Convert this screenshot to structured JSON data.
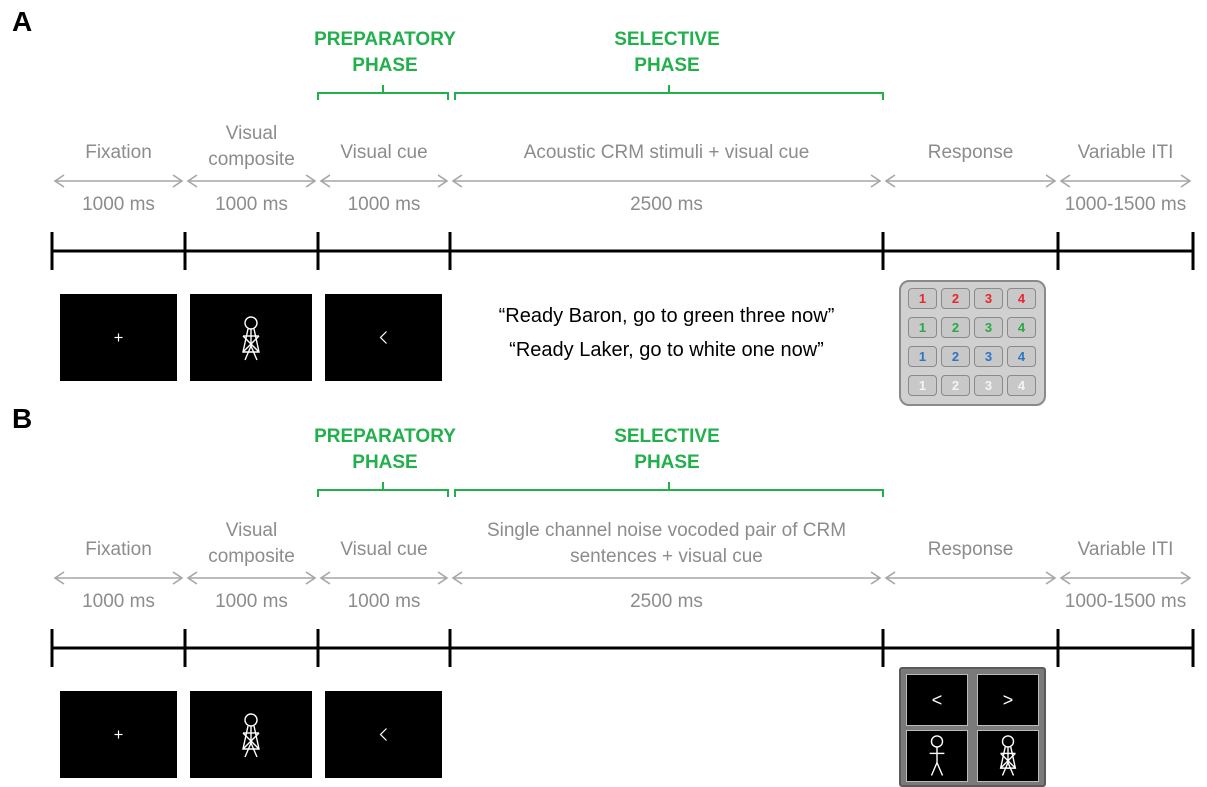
{
  "panels": [
    {
      "label": "A",
      "phases": {
        "preparatory": [
          "PREPARATORY",
          "PHASE"
        ],
        "selective": [
          "SELECTIVE",
          "PHASE"
        ]
      },
      "segments": [
        {
          "label": [
            "Fixation"
          ],
          "duration": "1000 ms"
        },
        {
          "label": [
            "Visual",
            "composite"
          ],
          "duration": "1000 ms"
        },
        {
          "label": [
            "Visual cue"
          ],
          "duration": "1000 ms"
        },
        {
          "label": [
            "Acoustic CRM stimuli + visual cue"
          ],
          "duration": "2500 ms"
        },
        {
          "label": [
            "Response"
          ],
          "duration": ""
        },
        {
          "label": [
            "Variable ITI"
          ],
          "duration": "1000-1500 ms"
        }
      ],
      "screens": [
        "fixation-cross",
        "stick-figure",
        "arrow-left"
      ],
      "sentences": [
        "“Ready Baron, go to green three now”",
        "“Ready Laker, go to white one now”"
      ],
      "response": {
        "type": "color-number-grid",
        "rows": [
          {
            "color": "#e8262b",
            "numbers": [
              "1",
              "2",
              "3",
              "4"
            ]
          },
          {
            "color": "#2aa845",
            "numbers": [
              "1",
              "2",
              "3",
              "4"
            ]
          },
          {
            "color": "#2d74c4",
            "numbers": [
              "1",
              "2",
              "3",
              "4"
            ]
          },
          {
            "color": "#f4f4f4",
            "numbers": [
              "1",
              "2",
              "3",
              "4"
            ]
          }
        ]
      }
    },
    {
      "label": "B",
      "phases": {
        "preparatory": [
          "PREPARATORY",
          "PHASE"
        ],
        "selective": [
          "SELECTIVE",
          "PHASE"
        ]
      },
      "segments": [
        {
          "label": [
            "Fixation"
          ],
          "duration": "1000 ms"
        },
        {
          "label": [
            "Visual",
            "composite"
          ],
          "duration": "1000 ms"
        },
        {
          "label": [
            "Visual cue"
          ],
          "duration": "1000 ms"
        },
        {
          "label": [
            "Single channel noise vocoded pair of CRM",
            "sentences + visual cue"
          ],
          "duration": "2500 ms"
        },
        {
          "label": [
            "Response"
          ],
          "duration": ""
        },
        {
          "label": [
            "Variable ITI"
          ],
          "duration": "1000-1500 ms"
        }
      ],
      "screens": [
        "fixation-cross",
        "stick-figure",
        "arrow-left"
      ],
      "sentences": [],
      "response": {
        "type": "four-choice",
        "cells": [
          "<",
          ">",
          "male-figure-icon",
          "female-figure-icon"
        ]
      }
    }
  ],
  "colors": {
    "phase": "#22b04c",
    "label": "#8c8c8c",
    "timeline": "#000000",
    "arrow": "#a6a6a6"
  }
}
